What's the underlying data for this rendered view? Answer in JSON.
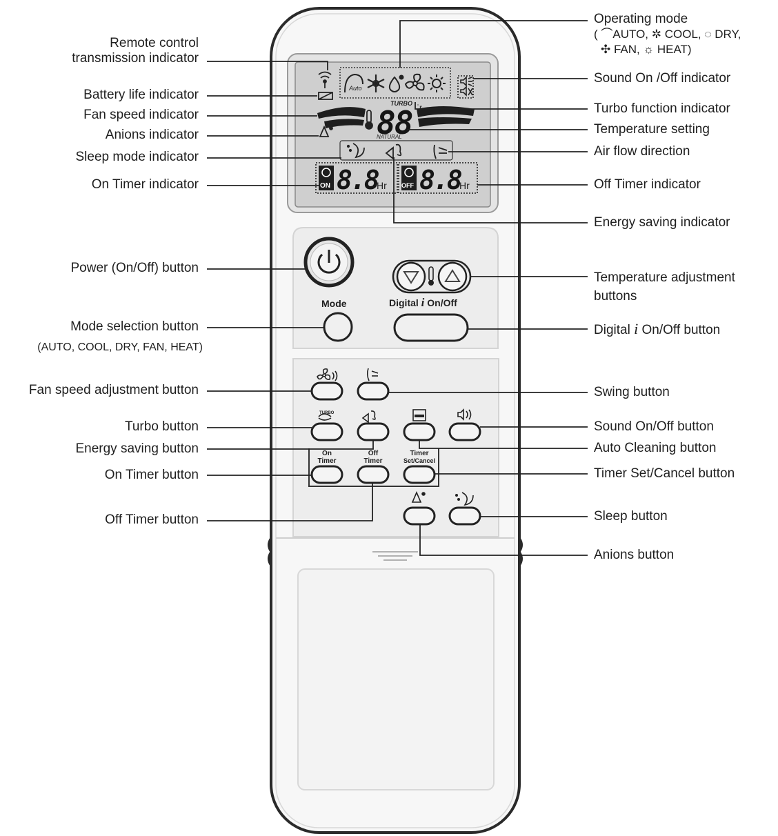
{
  "remote": {
    "lcd": {
      "mode_icons": [
        "auto-mode-icon",
        "cool-mode-icon",
        "dry-mode-icon",
        "fan-mode-icon",
        "heat-mode-icon"
      ],
      "auto_label": "Auto",
      "temperature": "88",
      "turbo_text": "TURBO",
      "natural_text": "NATURAL",
      "on_timer_value": "8.8",
      "on_timer_tag": "ON",
      "off_timer_value": "8.8",
      "off_timer_tag": "OFF",
      "hr_unit": "Hr"
    },
    "buttons": {
      "mode_label": "Mode",
      "digital_label": "Digital",
      "digital_i": "i",
      "digital_onoff": "On/Off",
      "on_timer_label": [
        "On",
        "Timer"
      ],
      "off_timer_label": [
        "Off",
        "Timer"
      ],
      "timer_setcancel_label": [
        "Timer",
        "Set/Cancel"
      ],
      "turbo_icon_text": "TURBO"
    }
  },
  "labels_left": {
    "remote_transmission": [
      "Remote control",
      "transmission indicator"
    ],
    "battery": "Battery life indicator",
    "fan_speed": "Fan speed indicator",
    "anions": "Anions indicator",
    "sleep_mode": "Sleep mode indicator",
    "on_timer": "On Timer indicator",
    "power": "Power (On/Off) button",
    "mode_selection": "Mode selection button",
    "mode_selection_sub": "(AUTO, COOL, DRY, FAN, HEAT)",
    "fan_speed_button": "Fan speed adjustment button",
    "turbo_button": "Turbo button",
    "energy_saving_button": "Energy saving button",
    "on_timer_button": "On Timer button",
    "off_timer_button": "Off Timer button"
  },
  "labels_right": {
    "operating_mode": "Operating mode",
    "op_auto": "AUTO,",
    "op_cool": "COOL,",
    "op_dry": "DRY,",
    "op_fan": "FAN,",
    "op_heat": "HEAT)",
    "sound_indicator": "Sound On /Off indicator",
    "turbo_function": "Turbo function indicator",
    "temperature_setting": "Temperature setting",
    "air_flow": "Air flow direction",
    "off_timer": "Off Timer indicator",
    "energy_saving_indicator": "Energy saving indicator",
    "temp_adjust": [
      "Temperature adjustment",
      "buttons"
    ],
    "digital_button_pre": "Digital",
    "digital_button_i": "i",
    "digital_button_post": "On/Off button",
    "swing_button": "Swing button",
    "sound_button": "Sound On/Off button",
    "auto_cleaning": "Auto Cleaning button",
    "timer_setcancel": "Timer Set/Cancel button",
    "sleep_button": "Sleep button",
    "anions_button": "Anions button"
  }
}
